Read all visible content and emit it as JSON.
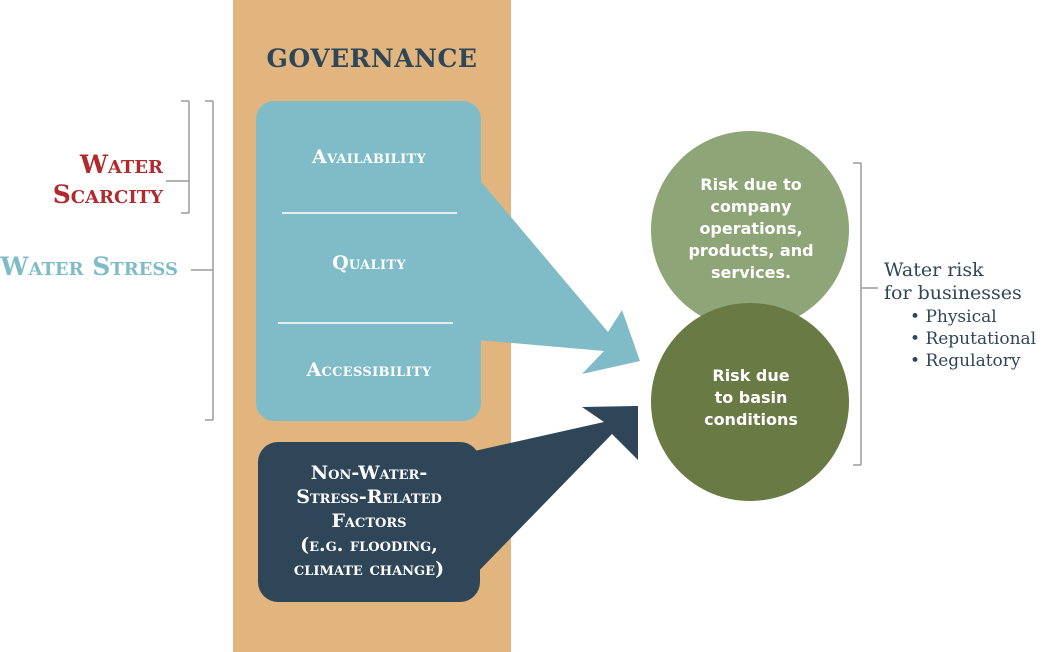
{
  "governance": {
    "title": "GOVERNANCE"
  },
  "brackets": {
    "water_scarcity": "Water Scarcity",
    "water_stress": "Water Stress"
  },
  "water_box": {
    "items": [
      "Availability",
      "Quality",
      "Accessibility"
    ]
  },
  "non_water_box": {
    "lines": [
      "Non-Water-",
      "Stress-Related",
      "Factors",
      "(e.g. flooding,",
      "climate change)"
    ]
  },
  "circles": {
    "top": {
      "lines": [
        "Risk due to",
        "company",
        "operations,",
        "products, and",
        "services."
      ]
    },
    "bottom": {
      "lines": [
        "Risk due",
        "to basin",
        "conditions"
      ]
    }
  },
  "water_risk": {
    "title_lines": [
      "Water risk",
      "for businesses"
    ],
    "types": [
      "Physical",
      "Reputational",
      "Regulatory"
    ]
  },
  "colors": {
    "governance_band": "#e2b57e",
    "water_box": "#80bcc7",
    "non_water_box": "#2f4659",
    "circle_top": "#8ea577",
    "circle_bottom": "#6a7a45",
    "scarcity_red": "#b02a2e",
    "stress_teal": "#80bcc7"
  }
}
